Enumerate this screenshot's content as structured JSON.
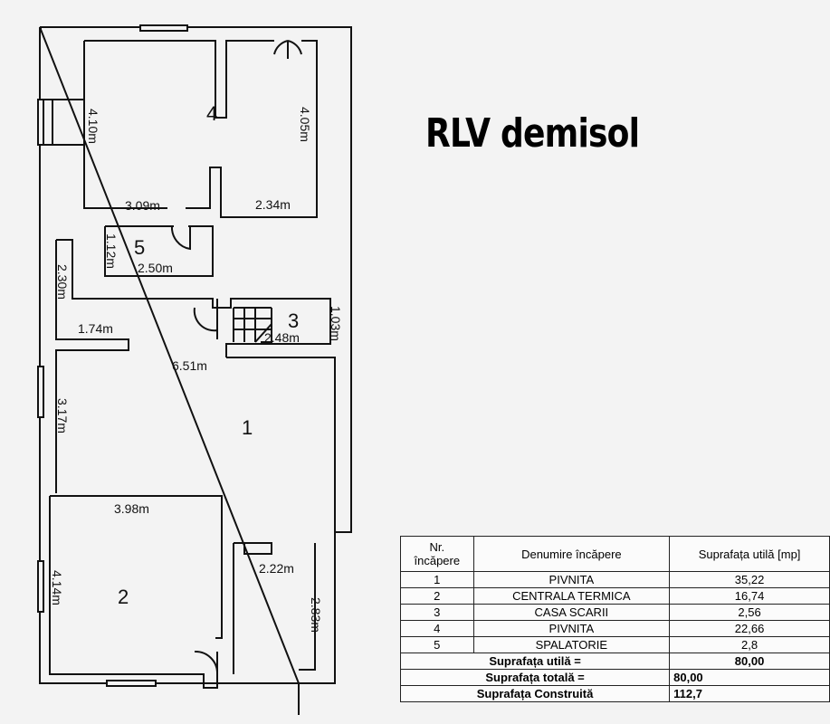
{
  "title": "RLV demisol",
  "rooms": [
    {
      "number": "1",
      "name": "PIVNITA",
      "area": "35,22"
    },
    {
      "number": "2",
      "name": "CENTRALA TERMICA",
      "area": "16,74"
    },
    {
      "number": "3",
      "name": "CASA SCARII",
      "area": "2,56"
    },
    {
      "number": "4",
      "name": "PIVNITA",
      "area": "22,66"
    },
    {
      "number": "5",
      "name": "SPALATORIE",
      "area": "2,8"
    }
  ],
  "dimensions": {
    "r4_left": "4.10m",
    "r4_right": "4.05m",
    "r4_bottom_left": "3.09m",
    "r4_bottom_right": "2.34m",
    "r5_height": "1.12m",
    "r5_width": "2.50m",
    "corr_height": "2.30m",
    "corr_width": "1.74m",
    "r3_width": "2.48m",
    "r3_height": "1.03m",
    "r1_width": "6.51m",
    "r1_height": "3.17m",
    "r2_width": "3.98m",
    "r2_height": "4.14m",
    "passage_width": "2.22m",
    "passage_height": "2.83m"
  },
  "table": {
    "header_nr": "Nr.",
    "header_nr2": "încăpere",
    "header_name": "Denumire încăpere",
    "header_area": "Suprafața utilă [mp]",
    "useful_label": "Suprafața utilă =",
    "useful_value": "80,00",
    "total_label": "Suprafața totală =",
    "total_value": "80,00",
    "built_label": "Suprafața Construită",
    "built_value": "112,7"
  }
}
